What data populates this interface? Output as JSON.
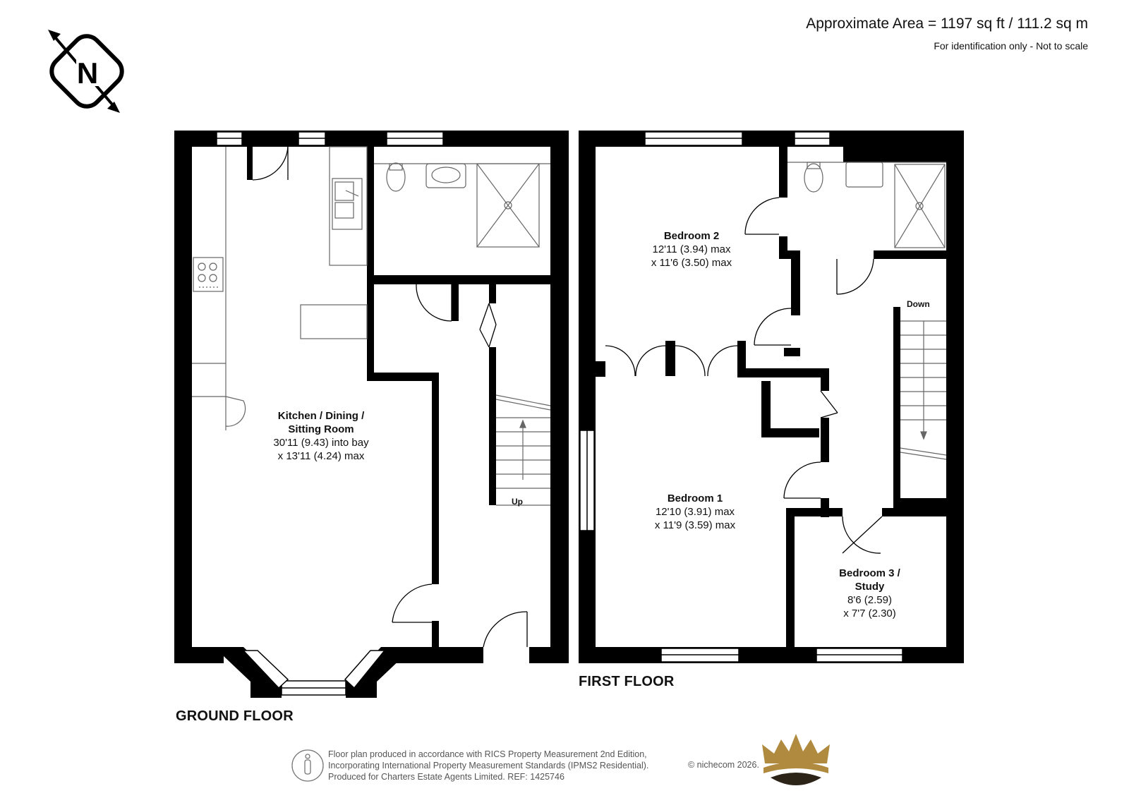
{
  "header": {
    "area": "Approximate Area = 1197 sq ft / 111.2 sq m",
    "note": "For identification only - Not to scale"
  },
  "compass": {
    "letter": "N",
    "icon": "north-arrow-icon"
  },
  "floors": {
    "ground": {
      "label": "GROUND FLOOR",
      "stairs": "Up",
      "rooms": {
        "kitchen": {
          "name": "Kitchen / Dining /",
          "name2": "Sitting Room",
          "dim1": "30'11 (9.43) into bay",
          "dim2": "x 13'11 (4.24) max"
        }
      }
    },
    "first": {
      "label": "FIRST FLOOR",
      "stairs": "Down",
      "rooms": {
        "bedroom2": {
          "name": "Bedroom 2",
          "dim1": "12'11 (3.94) max",
          "dim2": "x 11'6 (3.50) max"
        },
        "bedroom1": {
          "name": "Bedroom 1",
          "dim1": "12'10 (3.91) max",
          "dim2": "x 11'9 (3.59) max"
        },
        "bedroom3": {
          "name": "Bedroom 3 /",
          "name2": "Study",
          "dim1": "8'6 (2.59)",
          "dim2": "x 7'7 (2.30)"
        }
      }
    }
  },
  "footer": {
    "line1": "Floor plan produced in accordance with RICS Property Measurement 2nd Edition,",
    "line2": "Incorporating International Property Measurement Standards (IPMS2 Residential).",
    "line3": "Produced for Charters Estate Agents Limited.   REF: 1425746",
    "copyright": "© nichecom 2026."
  },
  "colors": {
    "wall": "#000000",
    "fixture": "#555555",
    "crown_gold": "#b08a3e",
    "crown_dark": "#2b2417"
  }
}
